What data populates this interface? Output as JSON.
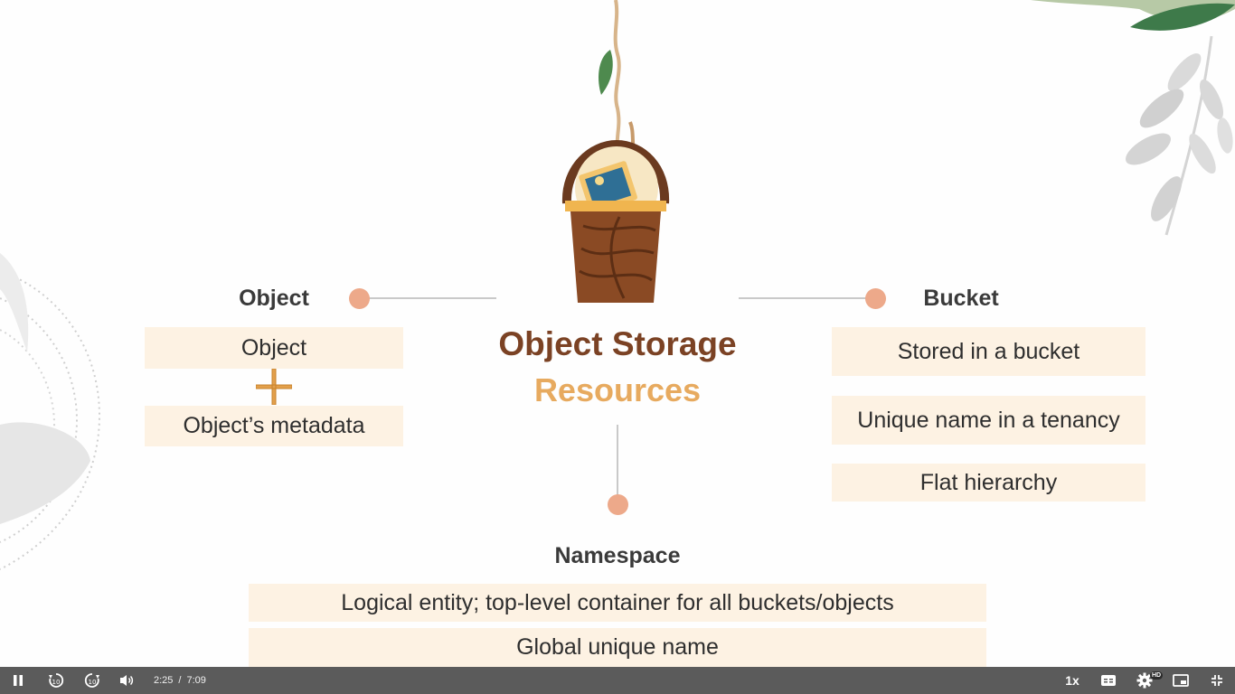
{
  "slide": {
    "title_line1": "Object Storage",
    "title_line2": "Resources",
    "object": {
      "heading": "Object",
      "items": [
        "Object",
        "Object’s metadata"
      ]
    },
    "bucket": {
      "heading": "Bucket",
      "items": [
        "Stored in a bucket",
        "Unique name in a tenancy",
        "Flat hierarchy"
      ]
    },
    "namespace": {
      "heading": "Namespace",
      "items": [
        "Logical entity; top-level container for all buckets/objects",
        "Global unique name"
      ]
    }
  },
  "player": {
    "current_time": "2:25",
    "separator": "/",
    "duration": "7:09",
    "speed": "1x",
    "quality_badge": "HD",
    "icons": {
      "play_pause": "pause-icon",
      "rewind": "rewind-10-icon",
      "forward": "forward-10-icon",
      "volume": "volume-icon",
      "captions": "captions-icon",
      "settings": "gear-icon",
      "pip": "picture-in-picture-icon",
      "fullscreen": "exit-fullscreen-icon"
    }
  },
  "colors": {
    "title_primary": "#7b4224",
    "title_secondary": "#e7aa5f",
    "dot": "#eda98a",
    "box": "#fdf2e3",
    "control_bar": "#5b5b5b"
  }
}
